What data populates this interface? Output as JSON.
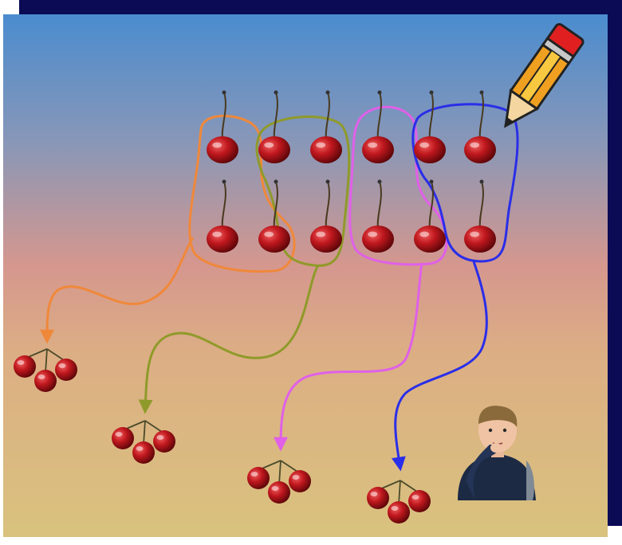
{
  "scene": {
    "group_size": 3,
    "groups": [
      {
        "color": "#f0883a",
        "label": "group-1"
      },
      {
        "color": "#8f9a2a",
        "label": "group-2"
      },
      {
        "color": "#e060e8",
        "label": "group-3"
      },
      {
        "color": "#2a2ee8",
        "label": "group-4"
      }
    ],
    "cherry_rows": 2,
    "cherry_cols": 6,
    "icons": [
      "cherry-icon",
      "cherry-bunch-icon",
      "pencil-icon",
      "thinking-boy-icon"
    ],
    "colors": {
      "cherry": "#b8141a",
      "pencil_body": "#f0a020",
      "pencil_eraser": "#e02020",
      "background_top": "#4a8ccf",
      "background_bottom": "#d9c27e",
      "frame_shadow": "#0a0a55"
    }
  }
}
